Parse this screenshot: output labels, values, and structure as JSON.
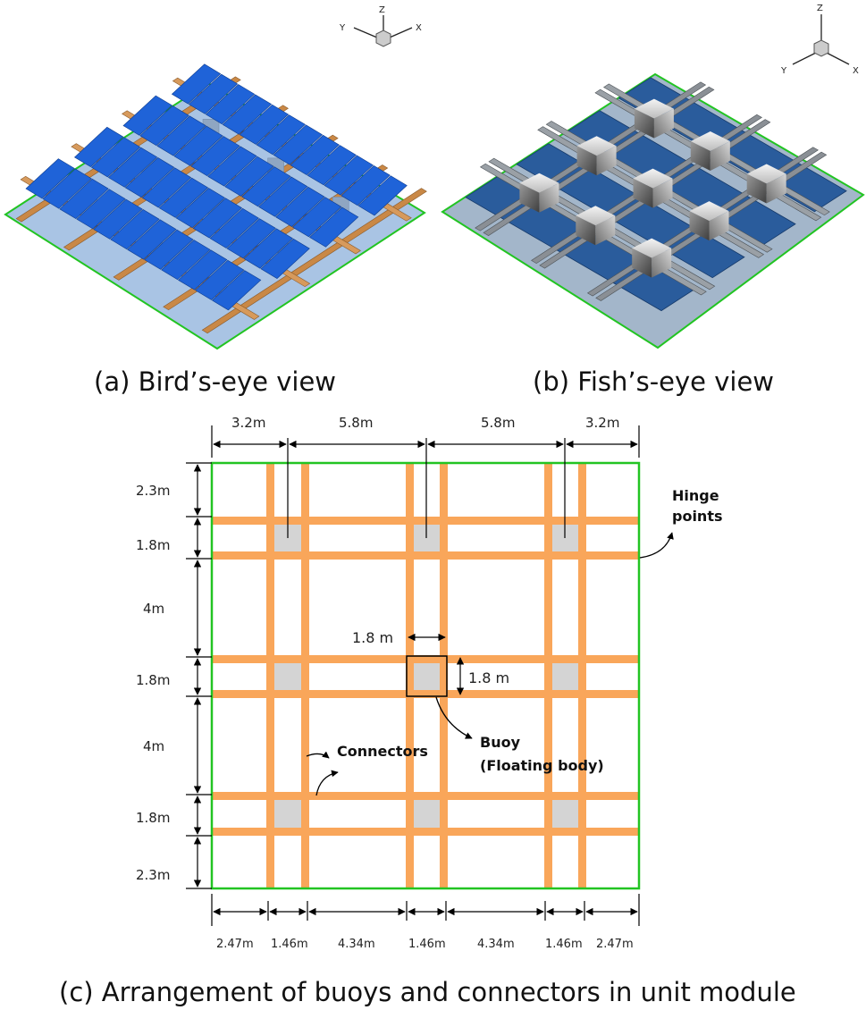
{
  "panels": {
    "a": {
      "caption": "(a) Bird’s-eye view",
      "axes": {
        "x": "X",
        "y": "Y",
        "z": "Z"
      }
    },
    "b": {
      "caption": "(b) Fish’s-eye view",
      "axes": {
        "x": "X",
        "y": "Y",
        "z": "Z"
      }
    },
    "c": {
      "caption": "(c) Arrangement of buoys and connectors in unit module"
    }
  },
  "dimensions": {
    "top": [
      "3.2m",
      "5.8m",
      "5.8m",
      "3.2m"
    ],
    "left": [
      "2.3m",
      "1.8m",
      "4m",
      "1.8m",
      "4m",
      "1.8m",
      "2.3m"
    ],
    "bottom": [
      "2.47m",
      "1.46m",
      "4.34m",
      "1.46m",
      "4.34m",
      "1.46m",
      "2.47m"
    ],
    "buoy_width": "1.8  m",
    "buoy_height": "1.8  m"
  },
  "labels": {
    "hinge_line1": "Hinge",
    "hinge_line2": "points",
    "connectors": "Connectors",
    "buoy_line1": "Buoy",
    "buoy_line2": "(Floating body)"
  },
  "colors": {
    "connector": "#f9a65a",
    "buoy": "#d4d4d4",
    "module_border": "#22c422",
    "water": "#a9c4e4",
    "panel_blue": "#1f63d8",
    "beam_wood": "#c98846",
    "steel_frame": "#8a8f95"
  }
}
